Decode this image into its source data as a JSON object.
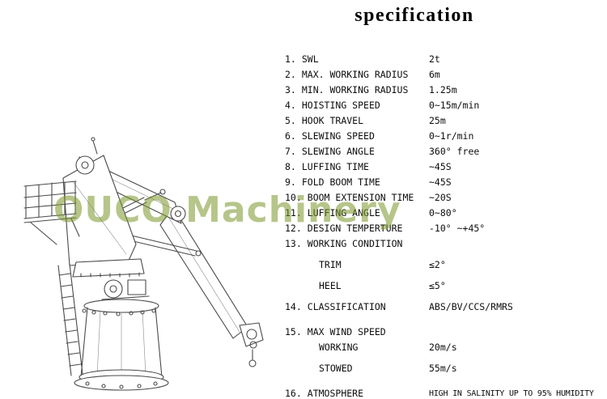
{
  "title": "specification",
  "watermark": "OUCO Machinery",
  "spec": {
    "rows": [
      {
        "num": "1.",
        "label": "SWL",
        "value": "2t"
      },
      {
        "num": "2.",
        "label": "MAX. WORKING RADIUS",
        "value": "6m"
      },
      {
        "num": "3.",
        "label": "MIN. WORKING RADIUS",
        "value": "1.25m"
      },
      {
        "num": "4.",
        "label": "HOISTING SPEED",
        "value": "0~15m/min"
      },
      {
        "num": "5.",
        "label": "HOOK TRAVEL",
        "value": "25m"
      },
      {
        "num": "6.",
        "label": "SLEWING SPEED",
        "value": "0~1r/min"
      },
      {
        "num": "7.",
        "label": "SLEWING ANGLE",
        "value": "360°  free"
      },
      {
        "num": "8.",
        "label": "LUFFING TIME",
        "value": " ~45S"
      },
      {
        "num": "9.",
        "label": "FOLD BOOM TIME",
        "value": " ~45S"
      },
      {
        "num": "10.",
        "label": "BOOM EXTENSION TIME",
        "value": "  ~20S"
      },
      {
        "num": "11.",
        "label": "LUFFING ANGLE",
        "value": "0~80°"
      },
      {
        "num": "12.",
        "label": "DESIGN TEMPERTURE",
        "value": "-10° ~+45°"
      },
      {
        "num": "13.",
        "label": "WORKING CONDITION",
        "value": ""
      },
      {
        "label": "TRIM",
        "value": "≤2°",
        "indent": true,
        "tall": true
      },
      {
        "label": "HEEL",
        "value": "≤5°",
        "indent": true,
        "tall": true
      },
      {
        "num": "14.",
        "label": "CLASSIFICATION",
        "value": "ABS/BV/CCS/RMRS",
        "tall": true
      },
      {
        "num": "15.",
        "label": "MAX WIND SPEED",
        "value": "",
        "section_break": true
      },
      {
        "label": "WORKING",
        "value": "20m/s",
        "indent": true
      },
      {
        "label": "STOWED",
        "value": "55m/s",
        "indent": true,
        "tall": true
      },
      {
        "num": "16.",
        "label": "ATMOSPHERE",
        "value": "HIGH IN SALINITY UP TO 95% HUMIDITY",
        "section_break": true
      }
    ]
  }
}
